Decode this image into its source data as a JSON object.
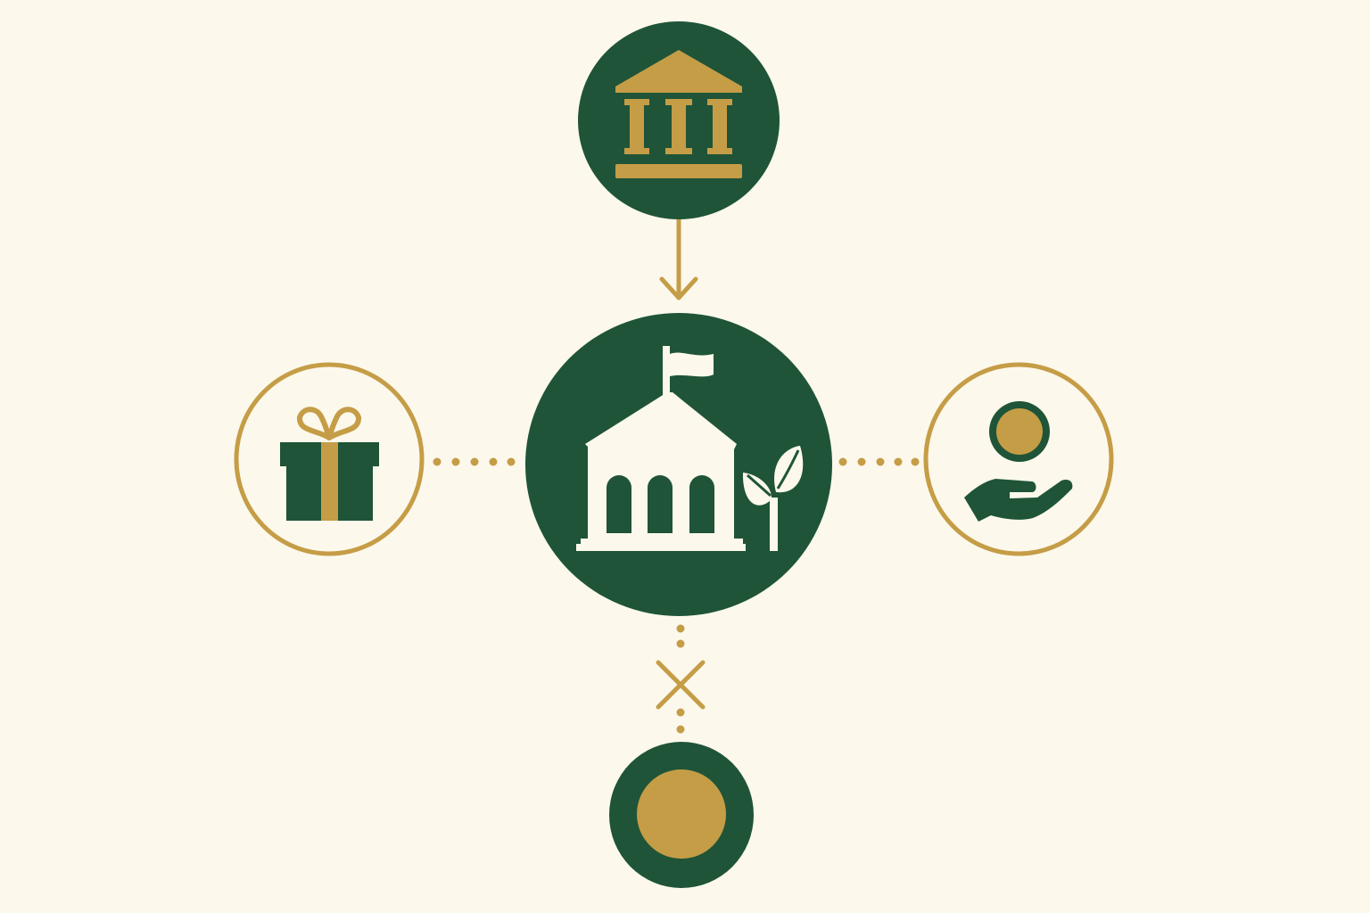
{
  "colors": {
    "background": "#fcf8ec",
    "green": "#1f5438",
    "gold": "#c59d46",
    "cream": "#fcf8ec"
  },
  "nodes": {
    "top": {
      "icon": "bank-icon",
      "style": "filled-green"
    },
    "center": {
      "icon": "school-building-with-flag-and-sprout-icon",
      "style": "filled-green"
    },
    "left": {
      "icon": "gift-box-icon",
      "style": "outlined-gold"
    },
    "right": {
      "icon": "hand-holding-coin-icon",
      "style": "outlined-gold"
    },
    "bottom": {
      "icon": "coin-icon",
      "style": "filled-green"
    }
  },
  "connectors": [
    {
      "from": "top",
      "to": "center",
      "style": "solid-arrow"
    },
    {
      "from": "left",
      "to": "center",
      "style": "dotted"
    },
    {
      "from": "right",
      "to": "center",
      "style": "dotted"
    },
    {
      "from": "center",
      "to": "bottom",
      "style": "dotted-blocked",
      "marker": "x-icon"
    }
  ]
}
